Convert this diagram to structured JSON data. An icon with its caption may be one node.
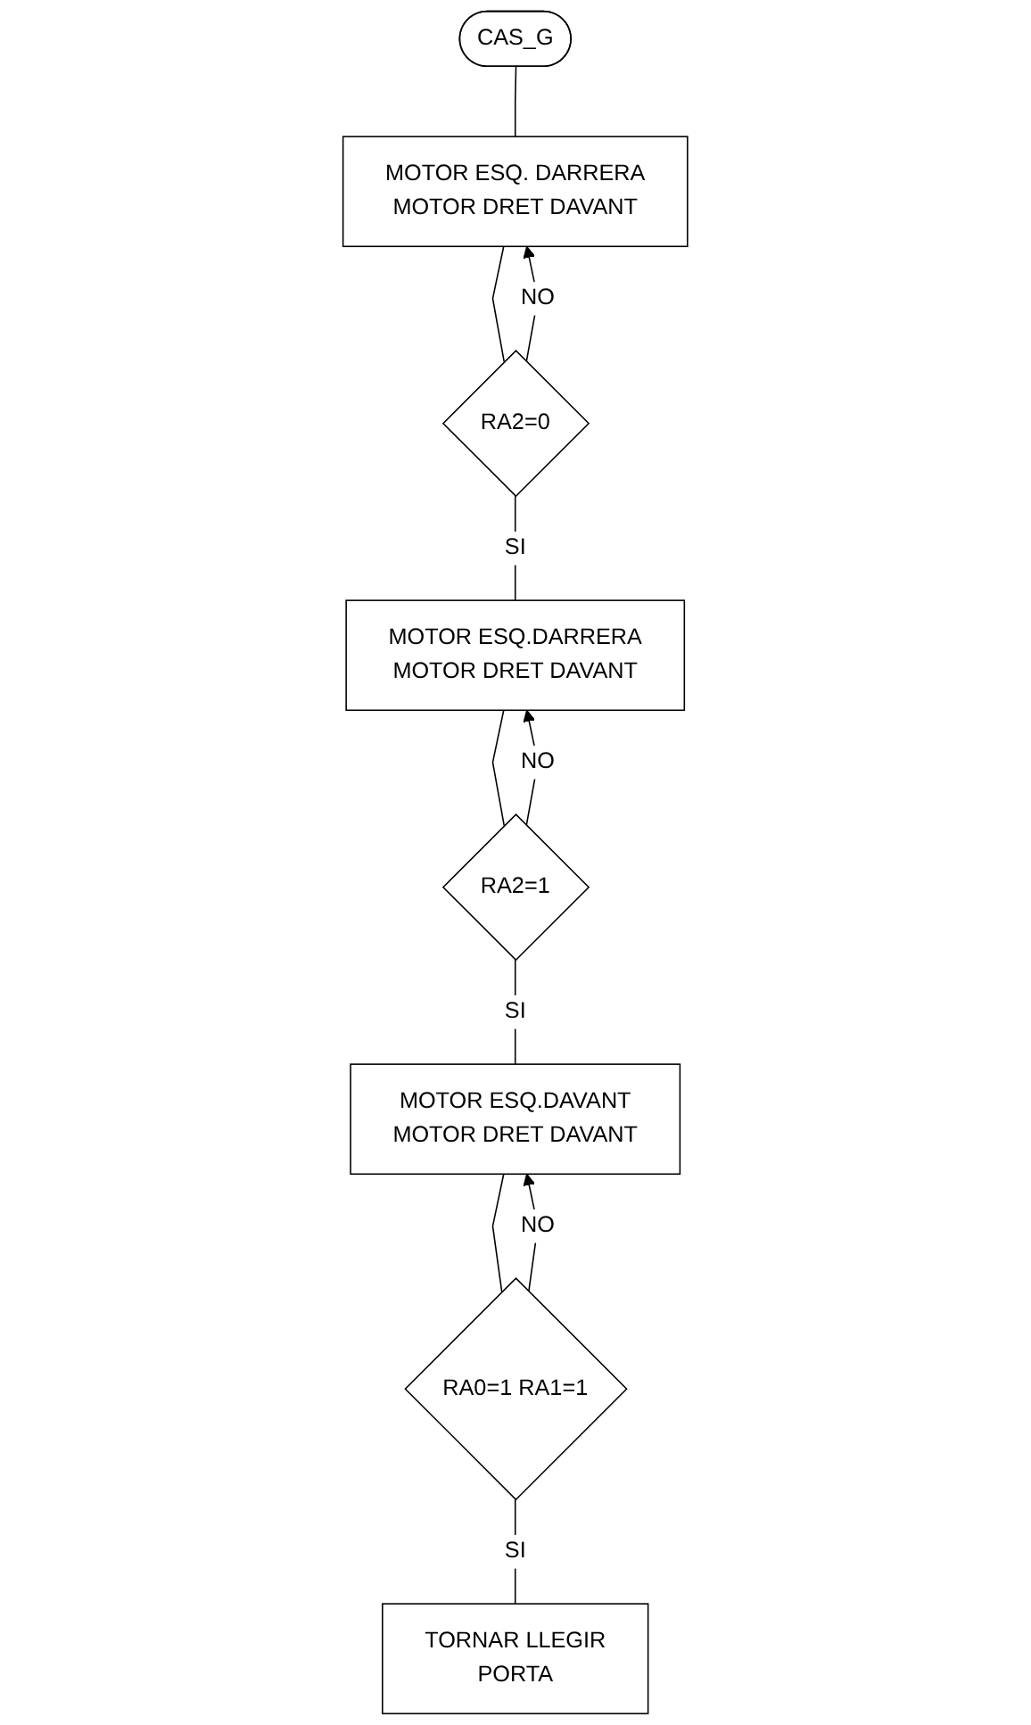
{
  "diagram": {
    "nodes": [
      {
        "text": [
          "CAS_G"
        ]
      },
      {
        "text": [
          "MOTOR ESQ. DARRERA MOTOR DRET DAVANT"
        ]
      },
      {
        "text": [
          "RA2=0"
        ]
      },
      {
        "text": [
          "MOTOR ESQ.DARRERA MOTOR DRET DAVANT"
        ]
      },
      {
        "text": [
          "RA2=1"
        ]
      },
      {
        "text": [
          "MOTOR ESQ.DAVANT MOTOR DRET DAVANT"
        ]
      },
      {
        "text": [
          "RA0=1 RA1=1"
        ]
      },
      {
        "text": [
          "TORNAR LLEGIR PORTA"
        ]
      }
    ],
    "edges": [
      {
        "from": 0,
        "to": 1,
        "arrow": "none"
      },
      {
        "from": 1,
        "to": 2,
        "arrow": "none"
      },
      {
        "from": 2,
        "to": 1,
        "label": "NO",
        "arrow": "to"
      },
      {
        "from": 2,
        "to": 3,
        "label": "SI",
        "arrow": "none"
      },
      {
        "from": 3,
        "to": 4,
        "arrow": "none"
      },
      {
        "from": 4,
        "to": 3,
        "label": "NO",
        "arrow": "to"
      },
      {
        "from": 4,
        "to": 5,
        "label": "SI",
        "arrow": "none"
      },
      {
        "from": 5,
        "to": 6,
        "arrow": "none"
      },
      {
        "from": 6,
        "to": 5,
        "label": "NO",
        "arrow": "to"
      },
      {
        "from": 6,
        "to": 7,
        "label": "SI",
        "arrow": "none"
      }
    ]
  }
}
